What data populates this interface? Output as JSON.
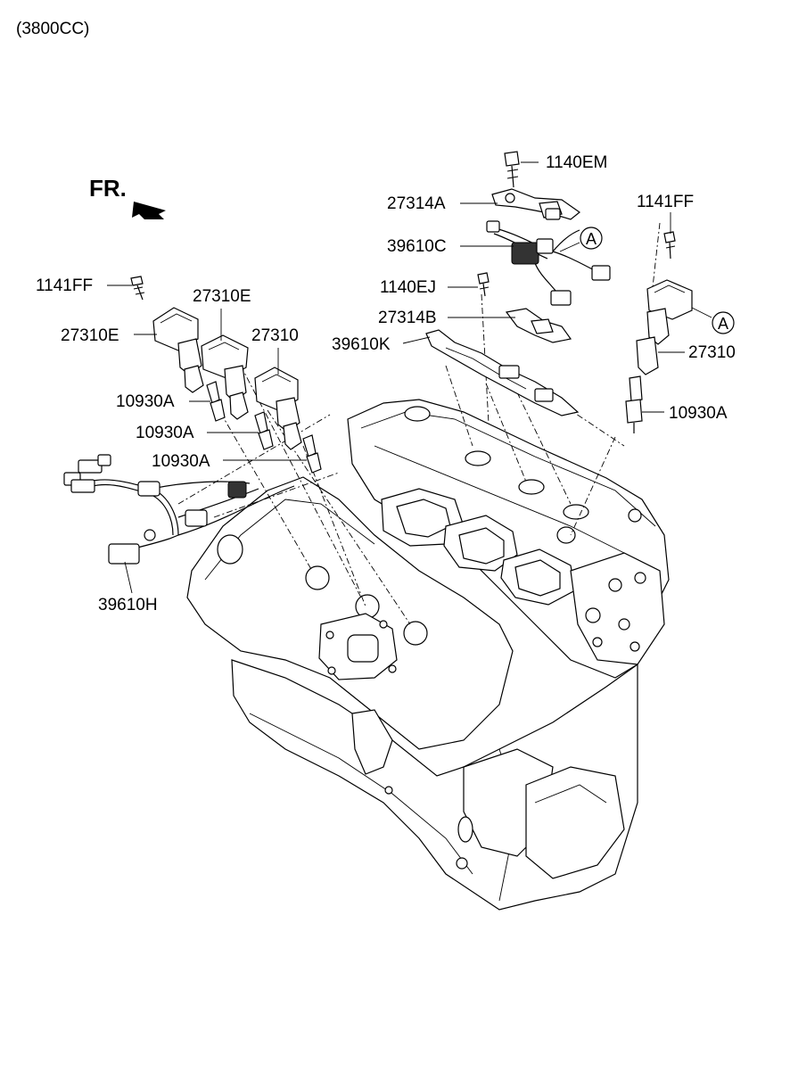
{
  "diagram": {
    "header": "(3800CC)",
    "front_marker": "FR.",
    "ref_marker": "A",
    "labels": {
      "p1140EM": "1140EM",
      "p27314A": "27314A",
      "p1141FF_r": "1141FF",
      "p39610C": "39610C",
      "p1141FF_l": "1141FF",
      "p27310E_a": "27310E",
      "p1140EJ": "1140EJ",
      "p27314B": "27314B",
      "p27310E_b": "27310E",
      "p27310_l": "27310",
      "p39610K": "39610K",
      "p27310_r": "27310",
      "p10930A_1": "10930A",
      "p10930A_r": "10930A",
      "p10930A_2": "10930A",
      "p10930A_3": "10930A",
      "p39610H": "39610H"
    }
  }
}
